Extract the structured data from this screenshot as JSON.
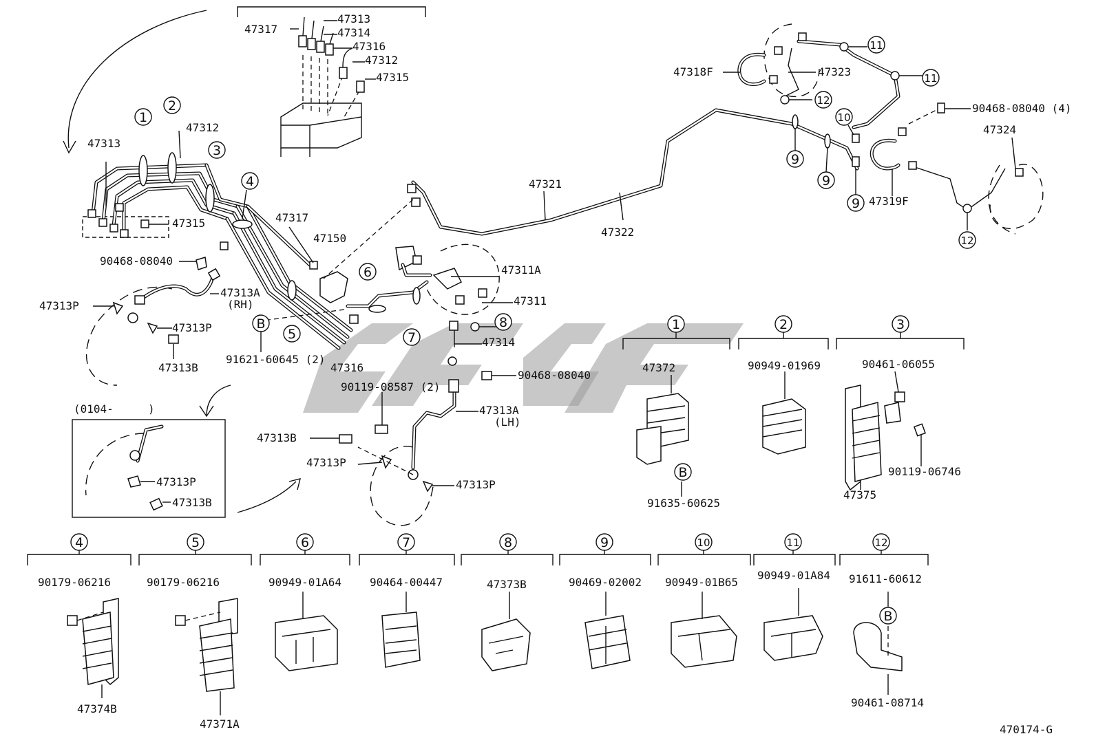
{
  "labels": {
    "top_assembly": [
      "47317",
      "47313",
      "47314",
      "47316",
      "47312",
      "47315"
    ],
    "left_group": [
      "47313",
      "47312",
      "47315",
      "90468-08040",
      "47313A",
      "(RH)",
      "47313P",
      "47313P",
      "47313B",
      "47317",
      "47150",
      "91621-60645 (2)",
      "47316"
    ],
    "inset": {
      "range": "(0104-",
      "range_end": ")",
      "parts": [
        "47313P",
        "47313B"
      ]
    },
    "center_group": [
      "47311A",
      "47311",
      "47314",
      "90468-08040",
      "90119-08587 (2)",
      "47313A",
      "(LH)",
      "47313B",
      "47313P",
      "47313P"
    ],
    "rear_group": [
      "47321",
      "47322",
      "47318F",
      "47323",
      "90468-08040 (4)",
      "47324",
      "47319F"
    ],
    "clamp_numbers": [
      "1",
      "2",
      "3",
      "4",
      "5",
      "6",
      "7",
      "8",
      "9",
      "10",
      "11",
      "12",
      "B"
    ],
    "clamp_sets": [
      {
        "num": "1",
        "parts": [
          "47372",
          "91635-60625"
        ]
      },
      {
        "num": "2",
        "parts": [
          "90949-01969"
        ]
      },
      {
        "num": "3",
        "parts": [
          "90461-06055",
          "90119-06746",
          "47375"
        ]
      },
      {
        "num": "4",
        "parts": [
          "90179-06216",
          "47374B"
        ]
      },
      {
        "num": "5",
        "parts": [
          "90179-06216",
          "47371A"
        ]
      },
      {
        "num": "6",
        "parts": [
          "90949-01A64"
        ]
      },
      {
        "num": "7",
        "parts": [
          "90464-00447"
        ]
      },
      {
        "num": "8",
        "parts": [
          "47373B"
        ]
      },
      {
        "num": "9",
        "parts": [
          "90469-02002"
        ]
      },
      {
        "num": "10",
        "parts": [
          "90949-01B65"
        ]
      },
      {
        "num": "11",
        "parts": [
          "90949-01A84"
        ]
      },
      {
        "num": "12",
        "parts": [
          "91611-60612",
          "90461-08714"
        ]
      }
    ],
    "diagram_code": "470174-G"
  },
  "colors": {
    "ink": "#111111",
    "watermark": "#9a9a9a",
    "background": "#ffffff"
  }
}
